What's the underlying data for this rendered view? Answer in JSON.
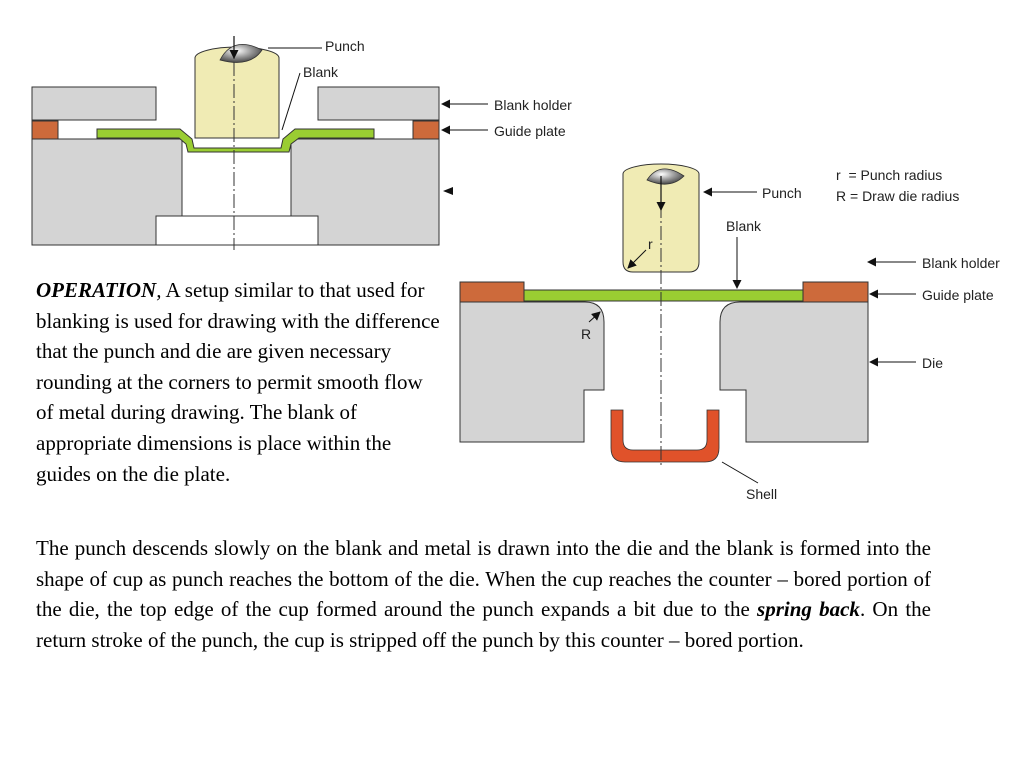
{
  "diagram1": {
    "labels": {
      "punch": "Punch",
      "blank": "Blank",
      "blank_holder": "Blank holder",
      "guide_plate": "Guide plate"
    }
  },
  "diagram2": {
    "legend": {
      "punch_radius": "r  = Punch radius",
      "die_radius": "R = Draw die radius"
    },
    "labels": {
      "punch": "Punch",
      "blank": "Blank",
      "blank_holder": "Blank holder",
      "guide_plate": "Guide plate",
      "die": "Die",
      "shell": "Shell",
      "r": "r",
      "R": "R"
    }
  },
  "colors": {
    "punch_fill": "#f0ebb4",
    "blank_green": "#9acd32",
    "guide_plate": "#cd6a3b",
    "die_gray": "#d4d4d4",
    "shell_orange": "#e0522a"
  },
  "text": {
    "operation_heading": "OPERATION",
    "operation_comma": ",",
    "operation_body": " A setup similar to that used for blanking is used for drawing with the difference that the punch and die are given necessary rounding at the corners to permit smooth flow of metal during drawing. The blank of appropriate dimensions is place within the guides on the die plate.",
    "para2_part1": "The punch descends slowly on the blank and metal is drawn into the die and the blank is formed into the shape of cup as punch reaches the bottom of the die. When the cup reaches the counter – bored portion of the die, the top edge of the cup formed around the punch expands a bit due to the ",
    "para2_emphasis": "spring back",
    "para2_part2": ". On the return stroke of the punch, the cup is stripped off the punch by this counter – bored portion."
  }
}
